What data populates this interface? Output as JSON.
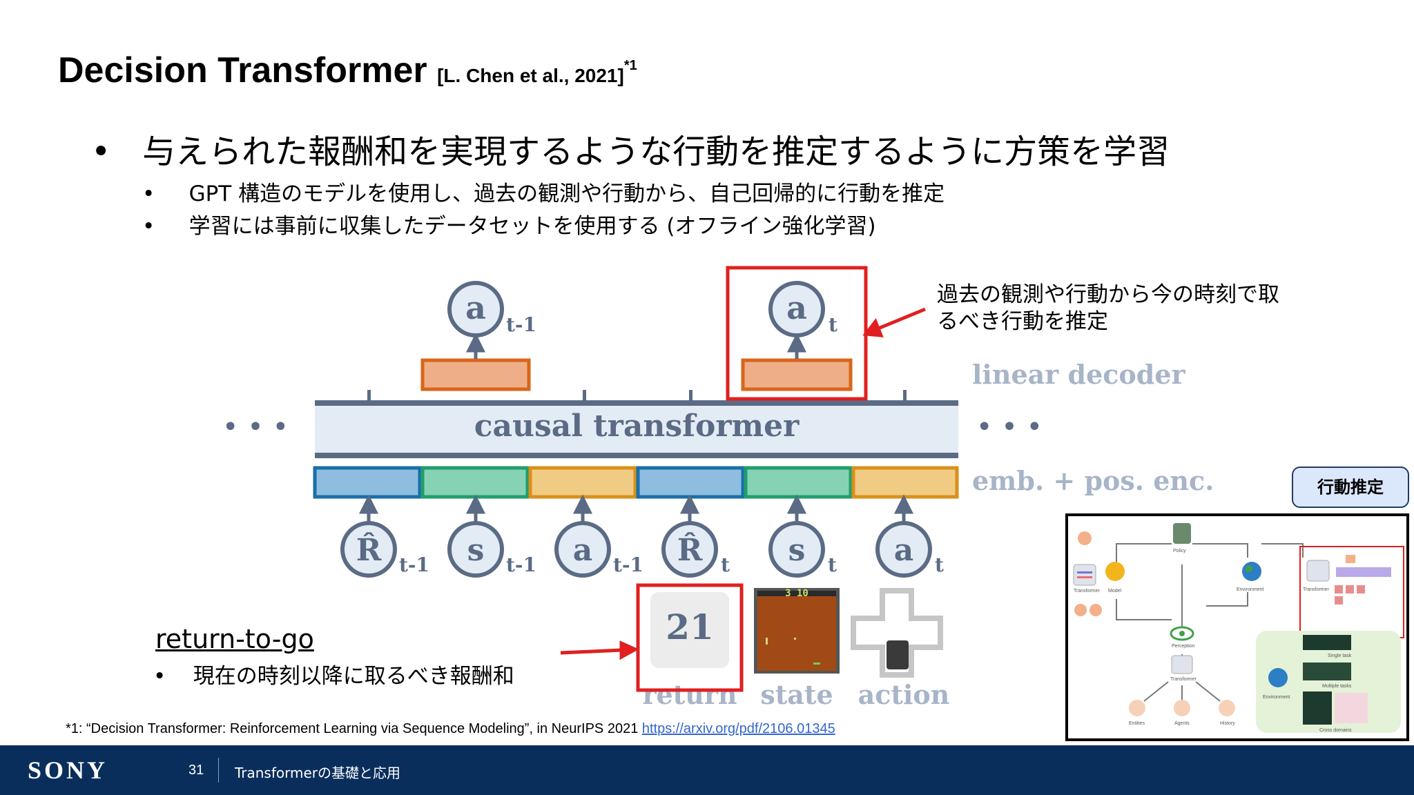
{
  "slide": {
    "title": "Decision Transformer",
    "citation": "[L. Chen et al., 2021]",
    "citation_mark": "*1",
    "bullet_main": "与えられた報酬和を実現するような行動を推定するように方策を学習",
    "bullet_sub_1": "GPT 構造のモデルを使用し、過去の観測や行動から、自己回帰的に行動を推定",
    "bullet_sub_2": "学習には事前に収集したデータセットを使用する (オフライン強化学習)",
    "bullet_glyph": "•"
  },
  "diagram": {
    "transformer_label": "causal transformer",
    "decoder_label": "linear decoder",
    "embedding_label": "emb. + pos. enc.",
    "ellipsis": "• • •",
    "output_tokens": [
      {
        "symbol": "a",
        "subscript": "t-1"
      },
      {
        "symbol": "a",
        "subscript": "t"
      }
    ],
    "input_tokens": [
      {
        "symbol": "R̂",
        "subscript": "t-1"
      },
      {
        "symbol": "s",
        "subscript": "t-1"
      },
      {
        "symbol": "a",
        "subscript": "t-1"
      },
      {
        "symbol": "R̂",
        "subscript": "t"
      },
      {
        "symbol": "s",
        "subscript": "t"
      },
      {
        "symbol": "a",
        "subscript": "t"
      }
    ],
    "return_value": "21",
    "game_score": "3  10",
    "bottom_labels": [
      "return",
      "state",
      "action"
    ],
    "callout": [
      "過去の観測や行動から今の時刻で取",
      "るべき行動を推定"
    ],
    "rtg_title": "return-to-go",
    "rtg_desc": "現在の時刻以降に取るべき報酬和",
    "colors": {
      "return": "#1a6fa8",
      "return_fill": "#8ebde0",
      "state": "#1f9e6e",
      "state_fill": "#86d2b5",
      "action": "#d9901a",
      "action_fill": "#f0cb84",
      "decoder": "#d9661a",
      "decoder_fill": "#eeae88",
      "transformer_fill": "#e3ecf5",
      "slate": "#5b6b85",
      "highlight": "#e02020"
    }
  },
  "thumbnail": {
    "tag": "行動推定",
    "labels": [
      "Policy",
      "Transformer",
      "Model",
      "Environment",
      "Transformer",
      "Perception",
      "Transformer",
      "Environment",
      "Entities",
      "Agents",
      "History",
      "Single task",
      "Multiple tasks",
      "Cross domains"
    ]
  },
  "footnote": {
    "text": "*1: “Decision Transformer: Reinforcement Learning via Sequence Modeling”, in NeurIPS 2021 ",
    "link": "https://arxiv.org/pdf/2106.01345"
  },
  "footer": {
    "brand": "SONY",
    "page_number": "31",
    "deck_title": "Transformerの基礎と応用"
  }
}
